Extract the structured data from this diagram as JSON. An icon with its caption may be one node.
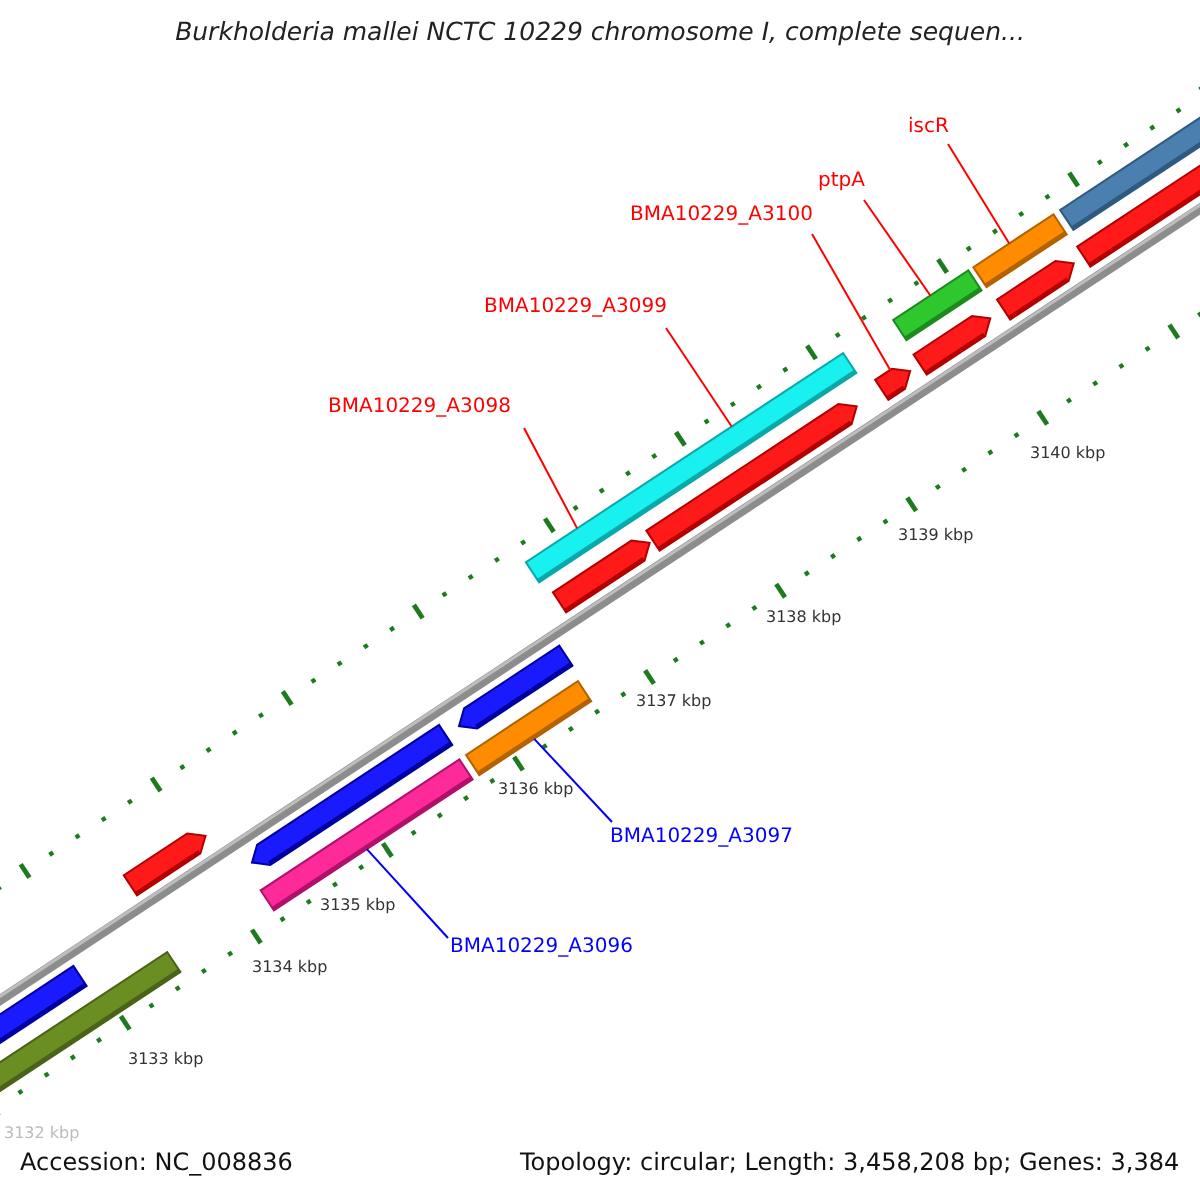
{
  "diagram": {
    "title": "Burkholderia mallei NCTC 10229 chromosome I, complete sequen...",
    "nodes": [
      {
        "text": [
          "BMA10229_A3098"
        ]
      },
      {
        "text": [
          "BMA10229_A3099"
        ]
      },
      {
        "text": [
          "BMA10229_A3100"
        ]
      },
      {
        "text": [
          "ptpA"
        ]
      },
      {
        "text": [
          "iscR"
        ]
      },
      {
        "text": [
          "BMA10229_A3097"
        ]
      },
      {
        "text": [
          "BMA10229_A3096"
        ]
      },
      {
        "text": [],
        "shape": "bar"
      },
      {
        "text": [],
        "shape": "bar"
      },
      {
        "text": [],
        "shape": "bar"
      },
      {
        "text": [],
        "shape": "bar"
      },
      {
        "text": [],
        "shape": "bar"
      },
      {
        "text": [],
        "shape": "bar"
      }
    ],
    "edges": [
      {
        "from": 0,
        "to": 7,
        "arrow": "none"
      },
      {
        "from": 1,
        "to": 7,
        "arrow": "none"
      },
      {
        "from": 2,
        "to": 8,
        "arrow": "none"
      },
      {
        "from": 3,
        "to": 9,
        "arrow": "none"
      },
      {
        "from": 4,
        "to": 10,
        "arrow": "none"
      },
      {
        "from": 5,
        "to": 11,
        "arrow": "none",
        "color": "#0000ff"
      },
      {
        "from": 6,
        "to": 12,
        "arrow": "none",
        "color": "#0000ff"
      }
    ],
    "labels": [
      "3140 kbp",
      "3139 kbp",
      "3138 kbp",
      "3137 kbp",
      "3136 kbp",
      "3135 kbp",
      "3134 kbp",
      "3133 kbp",
      "3132 kbp",
      "Accession: NC_008836",
      "Topology: circular; Length: 3,458,208 bp; Genes: 3,384"
    ]
  }
}
